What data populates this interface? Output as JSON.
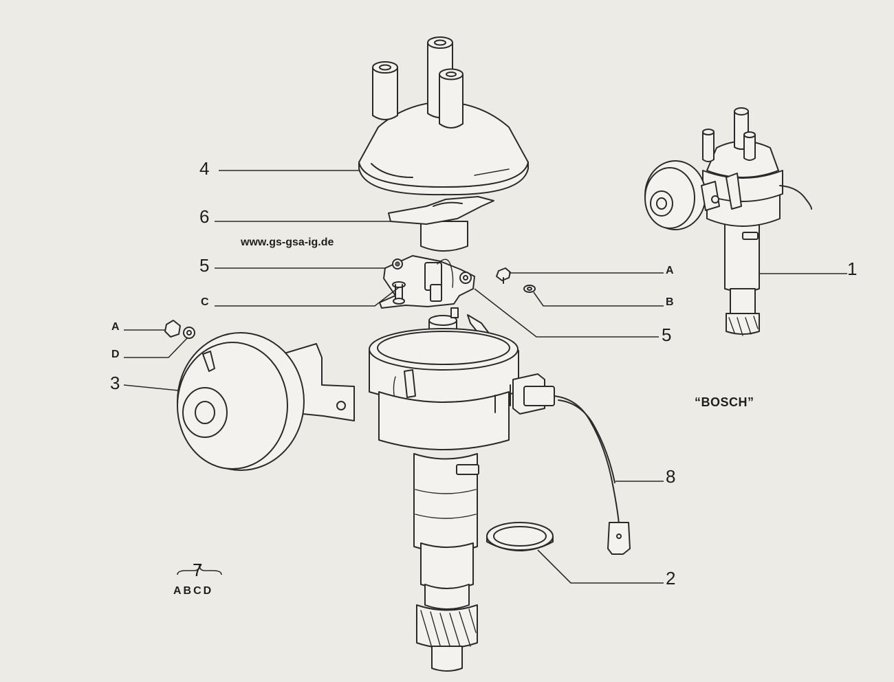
{
  "watermark_url": "www.gs-gsa-ig.de",
  "brand_label": "“BOSCH”",
  "callouts": {
    "n1": "1",
    "n2": "2",
    "n3": "3",
    "n4": "4",
    "n5_upper": "5",
    "n5_lower": "5",
    "n6": "6",
    "n7": "7",
    "n8": "8",
    "a_right": "A",
    "b_right": "B",
    "c_left": "C",
    "a_left": "A",
    "d_left": "D"
  },
  "kit_letters": "ABCD"
}
